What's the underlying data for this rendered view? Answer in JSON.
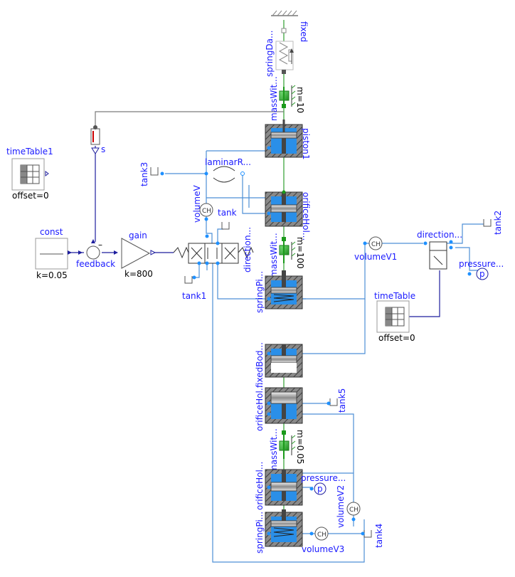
{
  "colors": {
    "label_blue": "#1a1aff",
    "hydraulic_wire": "#4d8fd6",
    "signal_wire": "#1e1e9e",
    "mechanical_wire": "#7a7a7a",
    "mass_green": "#22aa22",
    "fluid_blue": "#2a8fe8",
    "cylinder_grey": "#808080"
  },
  "labels": {
    "fixed": "fixed",
    "springDamper": "springDa...",
    "massTop": "massWit...",
    "massTopParam": "m=10",
    "piston1": "piston1",
    "sensor_s": "s",
    "timeTable1": "timeTable1",
    "timeTable1Param": "offset=0",
    "tank3": "tank3",
    "laminar": "laminarR...",
    "orificeTop": "orificeHol...",
    "volumeV": "volumeV",
    "tank": "tank",
    "const": "const",
    "constParam": "k=0.05",
    "feedback": "feedback",
    "feedbackMinus": "–",
    "gain": "gain",
    "gainParam": "k=800",
    "valve": "direction...",
    "tank1": "tank1",
    "massMid": "massWit...",
    "massMidParam": "m=100",
    "springPiston": "springPi...",
    "volumeV1": "volumeV1",
    "valve2": "direction...",
    "tank2": "tank2",
    "pressure1": "pressure...",
    "pressure1Glyph": "p",
    "timeTable": "timeTable",
    "timeTableParam": "offset=0",
    "fixedBody": "fixedBod...",
    "orificeMid": "orificeHol...",
    "tank5": "tank5",
    "massLow": "massWit...",
    "massLowParam": "m=0.05",
    "springPi2": "springPi...",
    "orificeLow": "orificeHol...",
    "pressure2": "pressure...",
    "pressure2Glyph": "p",
    "volumeV2": "volumeV2",
    "tank4": "tank4",
    "volumeV3": "volumeV3"
  }
}
